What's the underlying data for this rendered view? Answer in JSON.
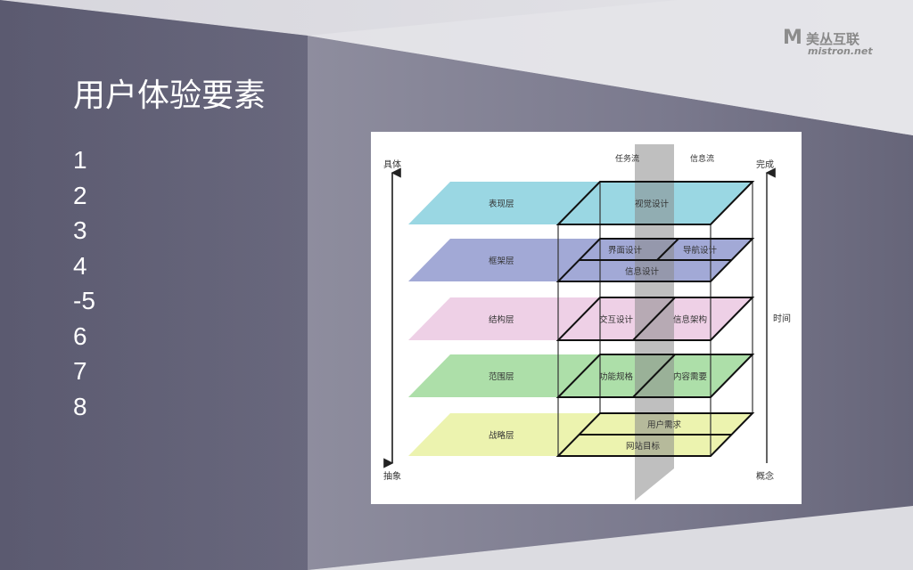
{
  "slide": {
    "title": "用户体验要素",
    "items": [
      "1",
      "2",
      "3",
      "4",
      "-5",
      "6",
      "7",
      "8"
    ]
  },
  "brand": {
    "mark": "M",
    "name": "美丛互联",
    "domain": "mistron.net"
  },
  "diagram": {
    "left_axis": {
      "top": "具体",
      "bottom": "抽象"
    },
    "right_axis": {
      "top": "完成",
      "middle": "时间",
      "bottom": "概念"
    },
    "flows": {
      "task": "任务流",
      "info": "信息流"
    },
    "layers": [
      {
        "name": "表现层",
        "color": "#8fd3e0",
        "cells": [
          "视觉设计"
        ]
      },
      {
        "name": "框架层",
        "color": "#98a0d2",
        "cells": [
          "界面设计",
          "导航设计",
          "信息设计"
        ]
      },
      {
        "name": "结构层",
        "color": "#eccbe3",
        "cells": [
          "交互设计",
          "信息架构"
        ]
      },
      {
        "name": "范围层",
        "color": "#a4dca0",
        "cells": [
          "功能规格",
          "内容需要"
        ]
      },
      {
        "name": "战略层",
        "color": "#eaf2a6",
        "cells": [
          "用户需求",
          "网站目标"
        ]
      }
    ]
  }
}
